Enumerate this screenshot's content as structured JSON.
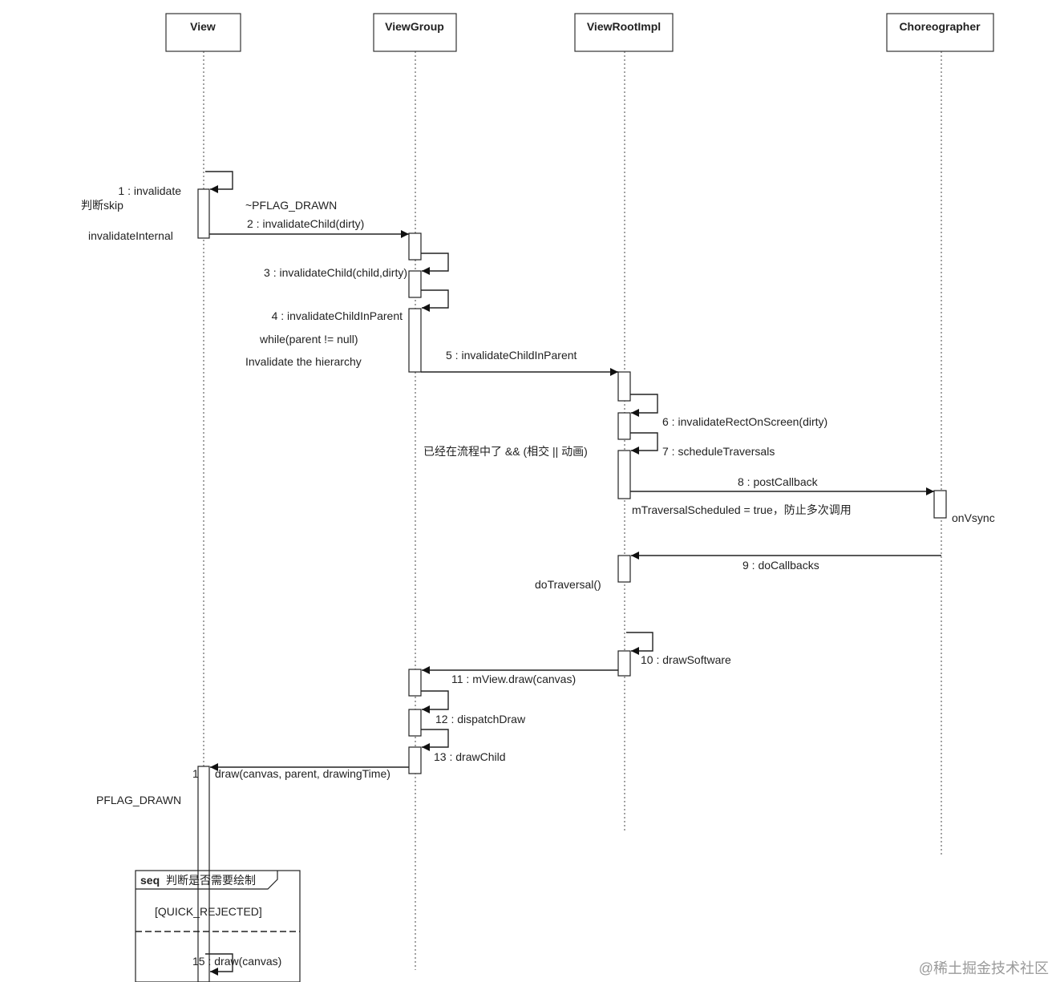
{
  "participants": [
    {
      "id": "view",
      "name": "View"
    },
    {
      "id": "viewgroup",
      "name": "ViewGroup"
    },
    {
      "id": "viewrootimpl",
      "name": "ViewRootImpl"
    },
    {
      "id": "choreographer",
      "name": "Choreographer"
    }
  ],
  "messages": [
    {
      "id": "m1",
      "label": "1 : invalidate"
    },
    {
      "id": "m2",
      "label": "2 : invalidateChild(dirty)"
    },
    {
      "id": "m3",
      "label": "3 : invalidateChild(child,dirty)"
    },
    {
      "id": "m4",
      "label": "4 : invalidateChildInParent"
    },
    {
      "id": "m5",
      "label": "5 : invalidateChildInParent"
    },
    {
      "id": "m6",
      "label": "6 : invalidateRectOnScreen(dirty)"
    },
    {
      "id": "m7",
      "label": "7 : scheduleTraversals"
    },
    {
      "id": "m8",
      "label": "8 : postCallback"
    },
    {
      "id": "m9",
      "label": "9 : doCallbacks"
    },
    {
      "id": "m10",
      "label": "10 : drawSoftware"
    },
    {
      "id": "m11",
      "label": "11 : mView.draw(canvas)"
    },
    {
      "id": "m12",
      "label": "12 : dispatchDraw"
    },
    {
      "id": "m13",
      "label": "13 : drawChild"
    },
    {
      "id": "m14",
      "label": "1",
      "label2": "draw(canvas, parent, drawingTime)"
    },
    {
      "id": "m15",
      "label": "15 : draw(canvas)"
    }
  ],
  "notes": {
    "skip": "判断skip",
    "invalidate_internal": "invalidateInternal",
    "pflag_drawn_clear": "~PFLAG_DRAWN",
    "while_parent": "while(parent != null)",
    "invalidate_hierarchy": "Invalidate the hierarchy",
    "condition": "已经在流程中了 && (相交 || 动画)",
    "traversal_scheduled": "mTraversalScheduled = true，防止多次调用",
    "on_vsync": "onVsync",
    "do_traversal": "doTraversal()",
    "pflag_drawn": "PFLAG_DRAWN"
  },
  "fragment": {
    "operator": "seq",
    "title": "判断是否需要绘制",
    "guard": "[QUICK_REJECTED]"
  },
  "watermark": "@稀土掘金技术社区"
}
